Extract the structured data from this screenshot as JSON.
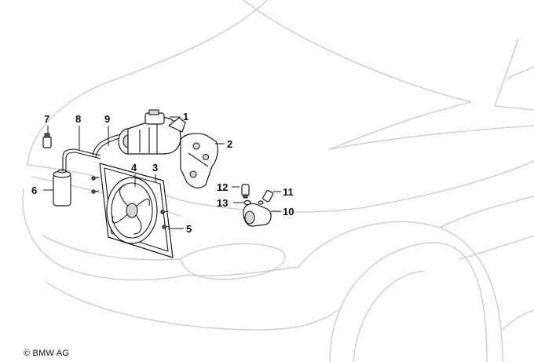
{
  "callouts": [
    {
      "id": "1",
      "label": "1"
    },
    {
      "id": "2",
      "label": "2"
    },
    {
      "id": "3",
      "label": "3"
    },
    {
      "id": "4",
      "label": "4"
    },
    {
      "id": "5",
      "label": "5"
    },
    {
      "id": "6",
      "label": "6"
    },
    {
      "id": "7",
      "label": "7"
    },
    {
      "id": "8",
      "label": "8"
    },
    {
      "id": "9",
      "label": "9"
    },
    {
      "id": "10",
      "label": "10"
    },
    {
      "id": "11",
      "label": "11"
    },
    {
      "id": "12",
      "label": "12"
    },
    {
      "id": "13",
      "label": "13"
    }
  ],
  "copyright": "© BMW AG",
  "colors": {
    "outline": "#c9c9c9",
    "parts": "#1a1a1a",
    "background": "#ffffff"
  }
}
